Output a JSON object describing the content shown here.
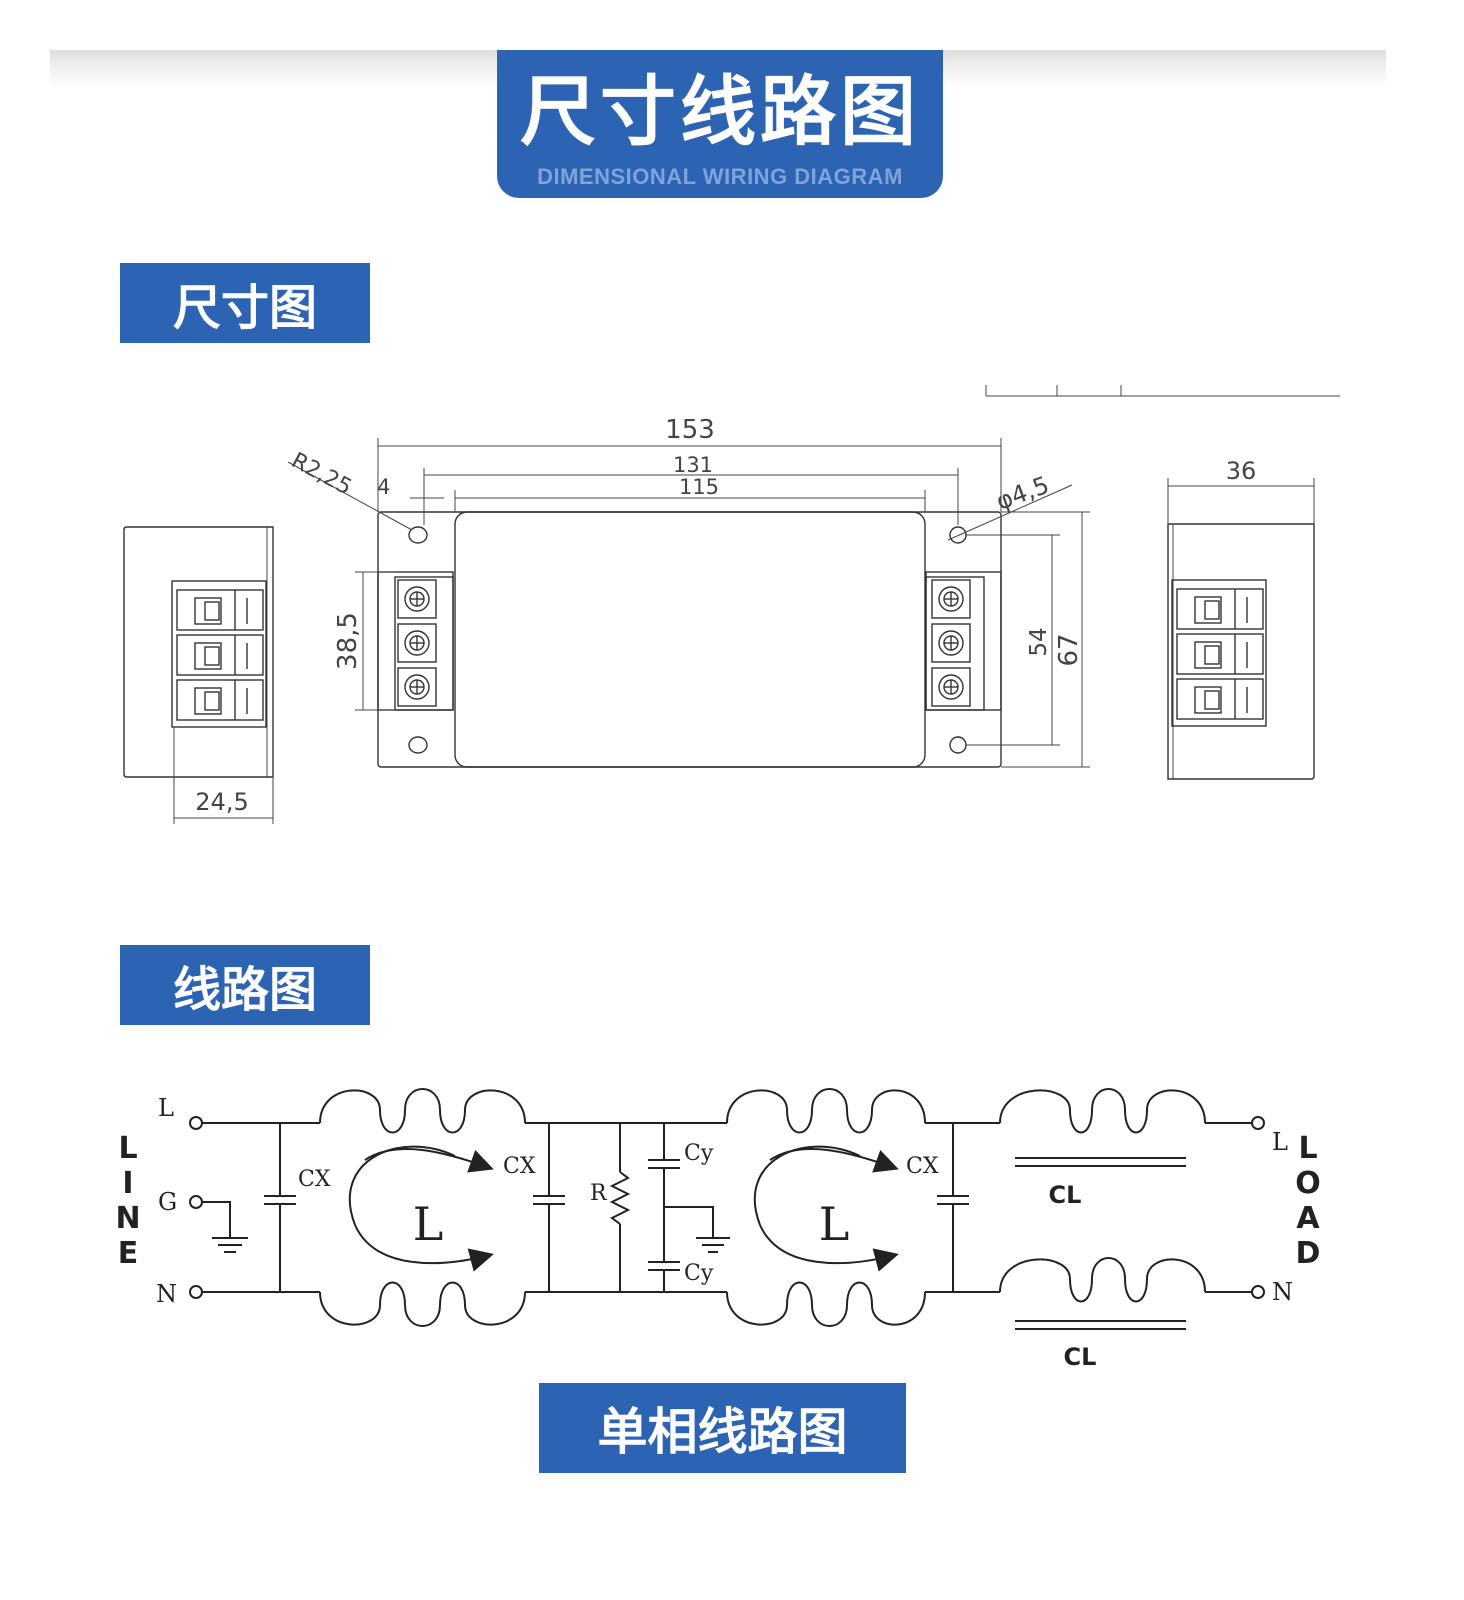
{
  "header": {
    "title_cn": "尺寸线路图",
    "title_en": "DIMENSIONAL WIRING DIAGRAM"
  },
  "sections": {
    "dimension_label": "尺寸图",
    "wiring_label": "线路图",
    "single_phase_label": "单相线路图"
  },
  "dimensions": {
    "overall_length": "153",
    "hole_pitch": "131",
    "body_length": "115",
    "corner_radius": "R2,25",
    "hole_offset": "4",
    "hole_diameter": "φ4,5",
    "terminal_height": "38,5",
    "hole_vertical": "54",
    "overall_width": "67",
    "side_depth": "24,5",
    "side_height": "36"
  },
  "circuit": {
    "line_vertical": [
      "L",
      "I",
      "N",
      "E"
    ],
    "load_vertical": [
      "L",
      "O",
      "A",
      "D"
    ],
    "input_terminals": [
      "L",
      "G",
      "N"
    ],
    "output_terminals": [
      "L",
      "N"
    ],
    "cx_label": "CX",
    "cy_label": "Cy",
    "r_label": "R",
    "inductor_label": "L",
    "cl_label": "CL"
  }
}
